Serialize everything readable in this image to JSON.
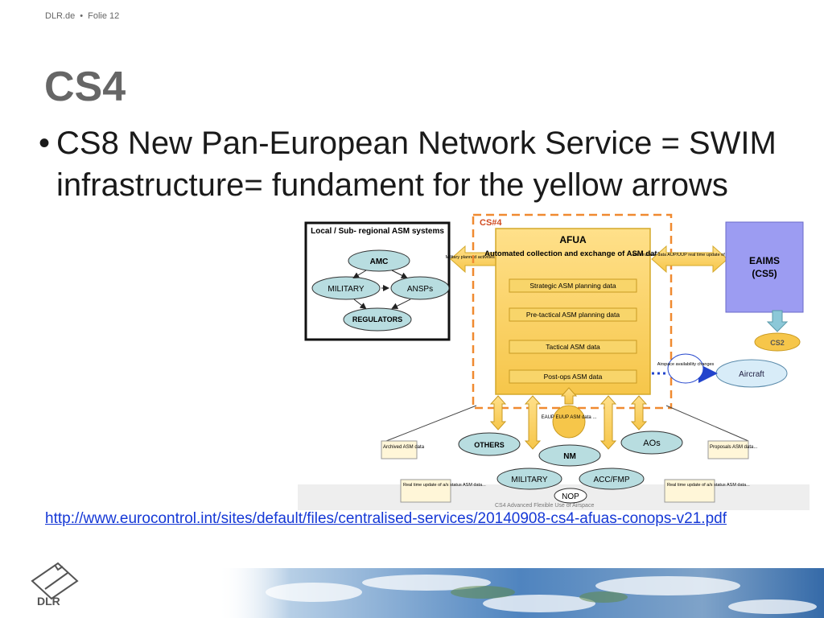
{
  "header": {
    "site": "DLR.de",
    "separator": "•",
    "slide": "Folie 12"
  },
  "title": "CS4",
  "bullet": {
    "marker": "•",
    "text": "CS8 New Pan-European Network Service = SWIM infrastructure= fundament for the yellow arrows"
  },
  "link": {
    "text": "http://www.eurocontrol.int/sites/default/files/centralised-services/20140908-cs4-afuas-conops-v21.pdf"
  },
  "logo": {
    "text": "DLR",
    "icon": "dlr-logo-icon"
  },
  "diagram": {
    "caption": "CS4 Advanced Flexible Use of Airspace",
    "local_box": {
      "title": "Local / Sub- regional ASM systems",
      "amc": "AMC",
      "military": "MILITARY",
      "ansps": "ANSPs",
      "regulators": "REGULATORS"
    },
    "left_arrow_label": "Military planned activities AUP/UUP...",
    "cs_label": "CS#4",
    "afua": {
      "title": "AFUA",
      "subtitle": "Automated collection and exchange of ASM data",
      "items": [
        "Strategic ASM planning data",
        "Pre-tactical ASM planning data",
        "Tactical ASM data",
        "Post-ops ASM data"
      ]
    },
    "right_arrow_label": "a/s structure data AUP/UUP real time update of a/s status...",
    "eaims": {
      "title": "EAIMS",
      "sub": "(CS5)"
    },
    "cs2": "CS2",
    "aircraft": "Aircraft",
    "aircraft_label": "Airspace availability changes",
    "center_bubble": "EAUP EUUP ASM data ...",
    "archived": "Archived ASM data",
    "proposals": "Proposals ASM data...",
    "realtime_left": "Real time update of a/s status ASM data...",
    "realtime_right": "Real time update of a/s status ASM data...",
    "others": "OTHERS",
    "aos": "AOs",
    "nm": "NM",
    "military2": "MILITARY",
    "accfmp": "ACC/FMP",
    "nop": "NOP"
  }
}
